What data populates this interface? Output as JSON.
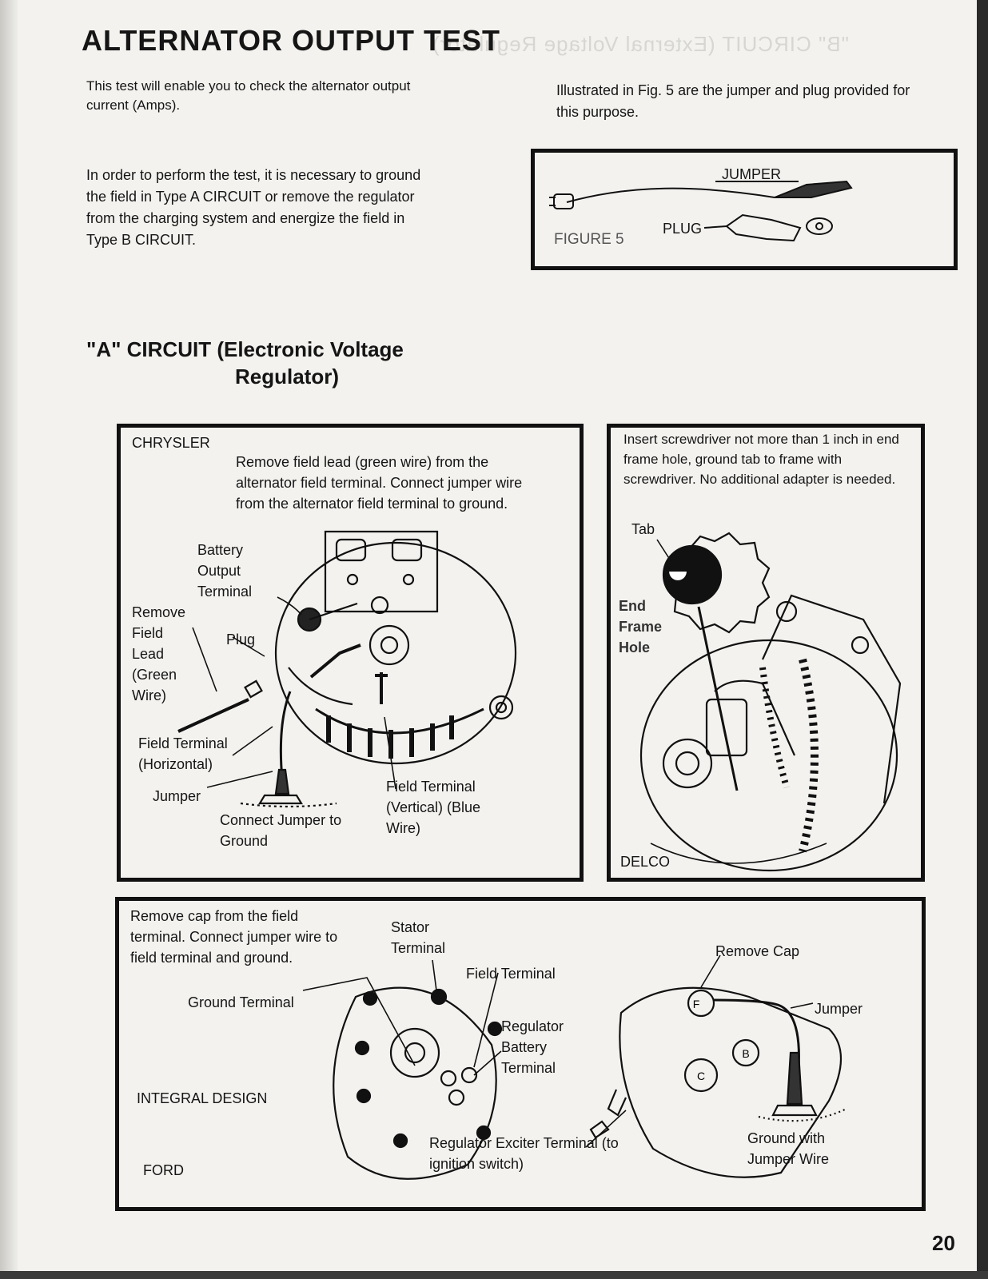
{
  "page": {
    "title": "ALTERNATOR OUTPUT TEST",
    "page_number": "20",
    "ghost_text": "\"B\" CIRCUIT (External Voltage Regulator)"
  },
  "intro": {
    "p1": "This test will enable you to check the alternator output current (Amps).",
    "p2": "In order to perform the test, it is necessary to ground the field in Type A CIRCUIT or remove the regulator from the charging system and energize the field in Type B CIRCUIT.",
    "p3": "Illustrated in Fig. 5 are the jumper and plug provided for this purpose."
  },
  "figure5": {
    "caption": "FIGURE 5",
    "jumper_label": "JUMPER",
    "plug_label": "PLUG"
  },
  "section_a": {
    "heading_line1": "\"A\" CIRCUIT (Electronic Voltage",
    "heading_line2": "Regulator)"
  },
  "chrysler": {
    "brand": "CHRYSLER",
    "instruction": "Remove field lead (green wire) from the alternator field terminal. Connect jumper wire from the alternator field terminal to ground.",
    "battery_output_terminal": "Battery Output Terminal",
    "remove_field_lead": "Remove Field Lead (Green Wire)",
    "plug": "Plug",
    "field_terminal_horizontal": "Field Terminal (Horizontal)",
    "jumper": "Jumper",
    "connect_jumper_to_ground": "Connect Jumper to Ground",
    "field_terminal_vertical": "Field Terminal (Vertical) (Blue Wire)"
  },
  "delco": {
    "brand": "DELCO",
    "instruction": "Insert screwdriver not more than 1 inch in end frame hole, ground tab to frame with screwdriver. No additional adapter is needed.",
    "tab": "Tab",
    "end_frame_hole": "End Frame Hole"
  },
  "ford": {
    "brand": "FORD",
    "design": "INTEGRAL DESIGN",
    "instruction": "Remove cap from the field terminal. Connect jumper wire to field terminal and ground.",
    "ground_terminal": "Ground Terminal",
    "stator_terminal": "Stator Terminal",
    "field_terminal": "Field Terminal",
    "regulator_battery_terminal": "Regulator Battery Terminal",
    "regulator_exciter_terminal": "Regulator Exciter Terminal (to ignition switch)",
    "remove_cap": "Remove Cap",
    "jumper": "Jumper",
    "ground_with_jumper_wire": "Ground with Jumper Wire",
    "terminal_f": "F",
    "terminal_b": "B",
    "terminal_c": "C"
  }
}
